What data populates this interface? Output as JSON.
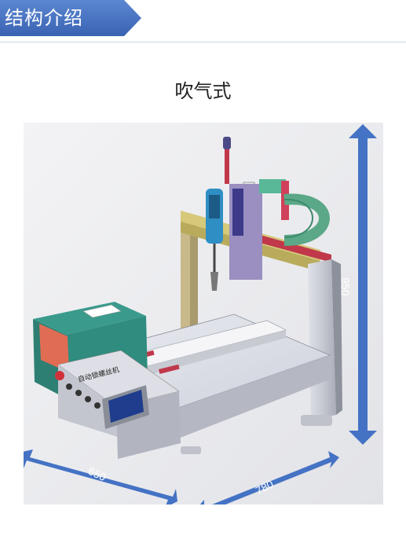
{
  "header": {
    "section_title": "结构介绍",
    "banner_color": "#4472c4"
  },
  "caption": "吹气式",
  "dimensions": {
    "height": "950",
    "width": "650",
    "depth": "780",
    "arrow_color": "#4472c4"
  },
  "machine": {
    "panel_label": "自动锁螺丝机"
  }
}
